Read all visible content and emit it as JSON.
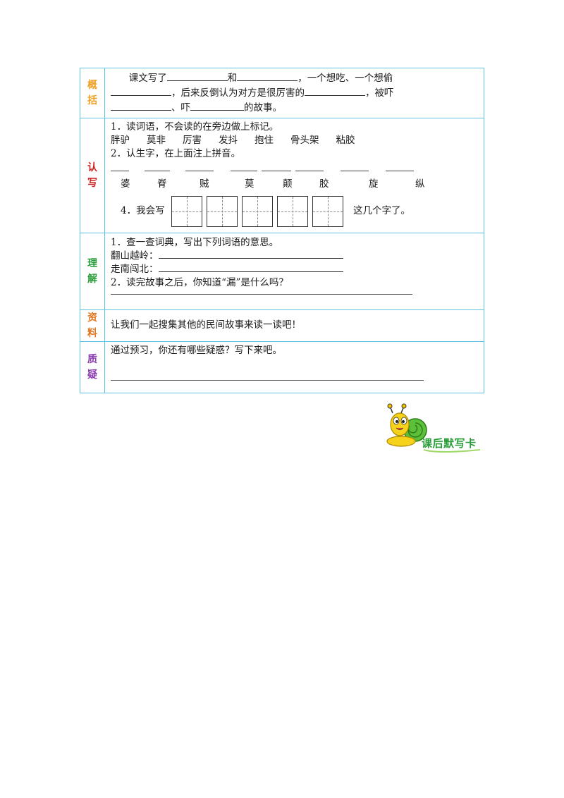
{
  "summary": {
    "label": "概括",
    "label_color": "#f0a020",
    "line1_a": "课文写了",
    "line1_b": "和",
    "line1_c": "，一个想吃、一个想偷",
    "line2_a": "，后来反倒认为对方是很厉害的",
    "line2_b": "，被吓",
    "line3_a": "、吓",
    "line3_b": "的故事。"
  },
  "recognize": {
    "label": "认写",
    "label_color": "#d02020",
    "q1": "1．读词语，不会读的在旁边做上标记。",
    "words": [
      "胖驴",
      "莫非",
      "厉害",
      "发抖",
      "抱住",
      "骨头架",
      "粘胶"
    ],
    "q2": "2．认生字，在上面注上拼音。",
    "chars": [
      "婆",
      "脊",
      "贼",
      "莫",
      "颠",
      "胶",
      "旋",
      "纵"
    ],
    "q4_a": "4．我会写",
    "q4_b": "这几个字了。"
  },
  "understand": {
    "label": "理解",
    "label_color": "#2a9d3a",
    "q1": "1．查一查词典，写出下列词语的意思。",
    "term1": "翻山越岭：",
    "term2": "走南闯北：",
    "q2": "2．读完故事之后，你知道“漏”是什么吗？"
  },
  "material": {
    "label": "资料",
    "label_color": "#e07820",
    "text": "让我们一起搜集其他的民间故事来读一读吧！"
  },
  "question": {
    "label": "质疑",
    "label_color": "#8a3ab0",
    "text": "通过预习，你还有哪些疑惑？写下来吧。"
  },
  "logo": {
    "text": "课后默写卡",
    "icon": "snail-mascot-icon"
  }
}
